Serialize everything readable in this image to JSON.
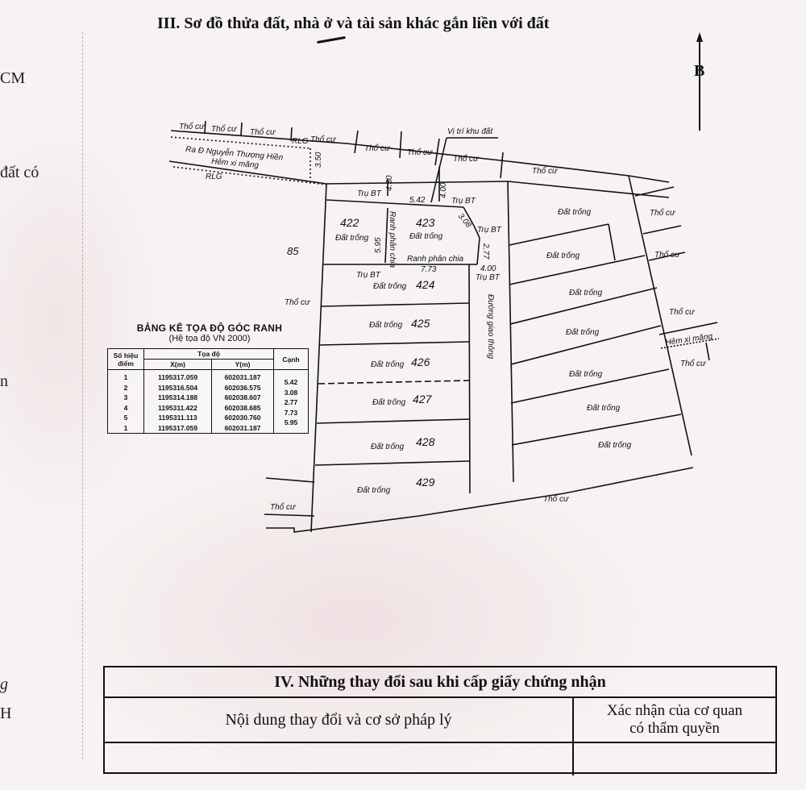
{
  "left_margin_fragments": [
    "CM",
    "đất có",
    "n",
    "g",
    "H"
  ],
  "section_iii": {
    "title": "III. Sơ đồ thửa đất, nhà ở và tài sản khác gắn liền với đất",
    "north_label": "B"
  },
  "map": {
    "location_label": "Vị trí khu đất",
    "road_label": "Ra Đ Nguyễn Thượng Hiền",
    "alley_label": "Hẻm xi măng",
    "rlg_labels": [
      "RLG",
      "RLG"
    ],
    "traffic_road_label": "Đường giao thông",
    "boundary_label": "Ranh phân chia",
    "pillar_label": "Trụ BT",
    "residential_label": "Thổ cư",
    "vacant_label": "Đất trống",
    "neighbor_parcel": "85",
    "east_alley_label": "Hẻm xi măng",
    "dimensions": {
      "alley_width": "3.50",
      "north_setback_left": "4.30",
      "north_setback_right": "4.00",
      "edge_1_2": "5.42",
      "edge_2_3": "3.08",
      "edge_3_4": "2.77",
      "edge_4_5": "7.73",
      "edge_5_1": "5.95",
      "road_width": "4.00"
    },
    "parcels": [
      {
        "number": "422",
        "type": "Đất trống"
      },
      {
        "number": "423",
        "type": "Đất trống"
      },
      {
        "number": "424",
        "type": "Đất trống"
      },
      {
        "number": "425",
        "type": "Đất trống"
      },
      {
        "number": "426",
        "type": "Đất trống"
      },
      {
        "number": "427",
        "type": "Đất trống"
      },
      {
        "number": "428",
        "type": "Đất trống"
      },
      {
        "number": "429",
        "type": "Đất trống"
      }
    ]
  },
  "coordinate_table": {
    "title": "BẢNG KÊ TỌA ĐỘ GÓC RANH",
    "subtitle": "(Hệ tọa độ VN 2000)",
    "headers": {
      "point": "Số hiệu điểm",
      "coords": "Tọa độ",
      "x": "X(m)",
      "y": "Y(m)",
      "edge": "Cạnh"
    },
    "rows": [
      {
        "point": "1",
        "x": "1195317.059",
        "y": "602031.187"
      },
      {
        "point": "2",
        "x": "1195316.504",
        "y": "602036.575"
      },
      {
        "point": "3",
        "x": "1195314.188",
        "y": "602038.607"
      },
      {
        "point": "4",
        "x": "1195311.422",
        "y": "602038.685"
      },
      {
        "point": "5",
        "x": "1195311.113",
        "y": "602030.760"
      },
      {
        "point": "1",
        "x": "1195317.059",
        "y": "602031.187"
      }
    ],
    "edges": [
      "5.42",
      "3.08",
      "2.77",
      "7.73",
      "5.95"
    ]
  },
  "section_iv": {
    "title": "IV. Những thay đổi sau khi cấp giấy chứng nhận",
    "col_content": "Nội dung thay đổi và cơ sở pháp lý",
    "col_confirm_line1": "Xác nhận của cơ quan",
    "col_confirm_line2": "có thẩm quyền"
  }
}
